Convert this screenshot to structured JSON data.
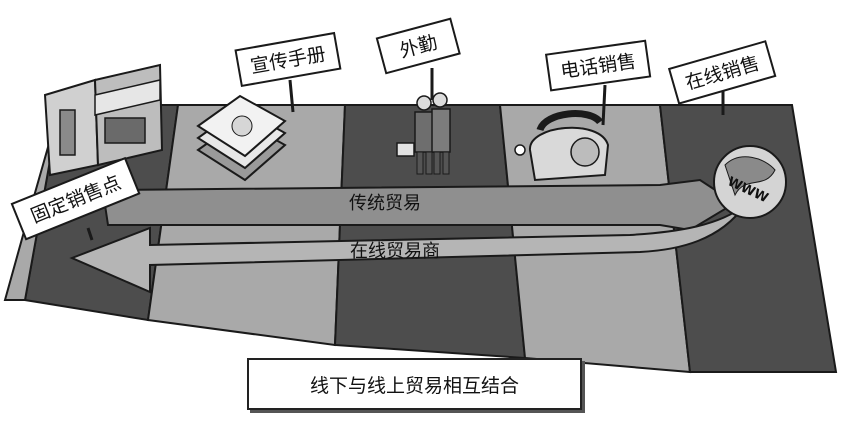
{
  "diagram": {
    "signs": {
      "fixed_store": "固定销售点",
      "brochure": "宣传手册",
      "field_sales": "外勤",
      "phone_sales": "电话销售",
      "online_sales": "在线销售"
    },
    "arrows": {
      "traditional": "传统贸易",
      "online": "在线贸易商"
    },
    "banner": "线下与线上贸易相互结合",
    "illustrations": {
      "globe_label": "WWW"
    },
    "colors": {
      "road_dark": "#4d4d4d",
      "road_light": "#a9a9a9",
      "arrow_fill": "#8f8f8f",
      "sign_fill": "#ffffff",
      "outline": "#1a1a1a"
    }
  }
}
